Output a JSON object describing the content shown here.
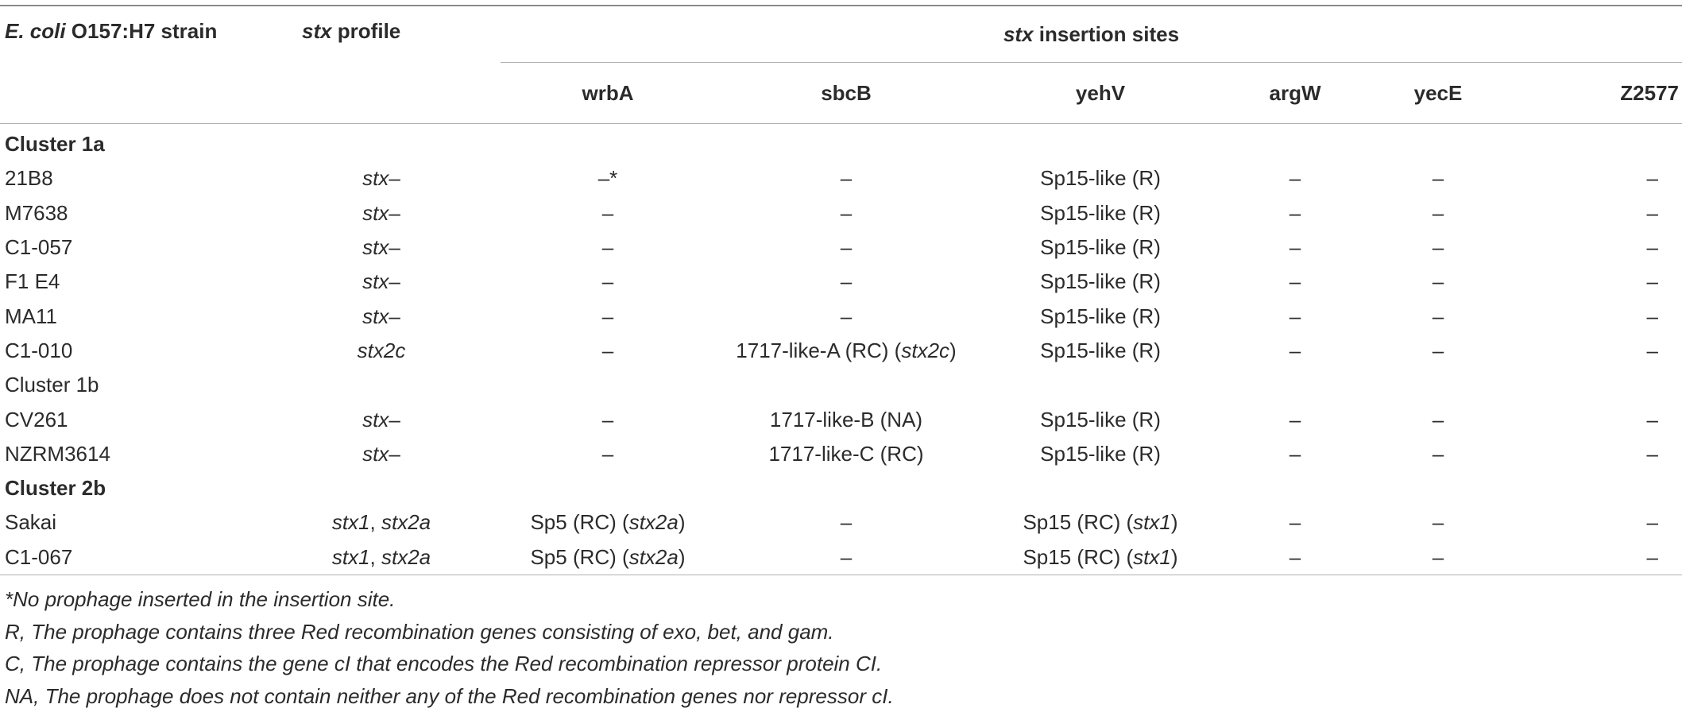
{
  "header": {
    "strain_pre": "E. coli",
    "strain_post": " O157:H7 strain",
    "profile_pre": "stx",
    "profile_post": " profile",
    "sites_pre": "stx",
    "sites_post": " insertion sites",
    "sites": [
      "wrbA",
      "sbcB",
      "yehV",
      "argW",
      "yecE",
      "Z2577"
    ]
  },
  "rows": [
    {
      "type": "group",
      "label": "Cluster 1a",
      "bold": true
    },
    {
      "type": "data",
      "strain": "21B8",
      "profile": [
        {
          "t": "stx",
          "i": true
        },
        {
          "t": "–",
          "i": false
        }
      ],
      "wrbA": [
        {
          "t": "–*",
          "i": false
        }
      ],
      "sbcB": [
        {
          "t": "–",
          "i": false
        }
      ],
      "yehV": [
        {
          "t": "Sp15-like (R)",
          "i": false
        }
      ],
      "argW": "–",
      "yecE": "–",
      "Z2577": "–"
    },
    {
      "type": "data",
      "strain": "M7638",
      "profile": [
        {
          "t": "stx",
          "i": true
        },
        {
          "t": "–",
          "i": false
        }
      ],
      "wrbA": [
        {
          "t": "–",
          "i": false
        }
      ],
      "sbcB": [
        {
          "t": "–",
          "i": false
        }
      ],
      "yehV": [
        {
          "t": "Sp15-like (R)",
          "i": false
        }
      ],
      "argW": "–",
      "yecE": "–",
      "Z2577": "–"
    },
    {
      "type": "data",
      "strain": "C1-057",
      "profile": [
        {
          "t": "stx",
          "i": true
        },
        {
          "t": "–",
          "i": false
        }
      ],
      "wrbA": [
        {
          "t": "–",
          "i": false
        }
      ],
      "sbcB": [
        {
          "t": "–",
          "i": false
        }
      ],
      "yehV": [
        {
          "t": "Sp15-like (R)",
          "i": false
        }
      ],
      "argW": "–",
      "yecE": "–",
      "Z2577": "–"
    },
    {
      "type": "data",
      "strain": "F1 E4",
      "profile": [
        {
          "t": "stx",
          "i": true
        },
        {
          "t": "–",
          "i": false
        }
      ],
      "wrbA": [
        {
          "t": "–",
          "i": false
        }
      ],
      "sbcB": [
        {
          "t": "–",
          "i": false
        }
      ],
      "yehV": [
        {
          "t": "Sp15-like (R)",
          "i": false
        }
      ],
      "argW": "–",
      "yecE": "–",
      "Z2577": "–"
    },
    {
      "type": "data",
      "strain": "MA11",
      "profile": [
        {
          "t": "stx",
          "i": true
        },
        {
          "t": "–",
          "i": false
        }
      ],
      "wrbA": [
        {
          "t": "–",
          "i": false
        }
      ],
      "sbcB": [
        {
          "t": "–",
          "i": false
        }
      ],
      "yehV": [
        {
          "t": "Sp15-like (R)",
          "i": false
        }
      ],
      "argW": "–",
      "yecE": "–",
      "Z2577": "–"
    },
    {
      "type": "data",
      "strain": "C1-010",
      "profile": [
        {
          "t": "stx2c",
          "i": true
        }
      ],
      "wrbA": [
        {
          "t": "–",
          "i": false
        }
      ],
      "sbcB": [
        {
          "t": "1717-like-A (RC) (",
          "i": false
        },
        {
          "t": "stx2c",
          "i": true
        },
        {
          "t": ")",
          "i": false
        }
      ],
      "yehV": [
        {
          "t": "Sp15-like (R)",
          "i": false
        }
      ],
      "argW": "–",
      "yecE": "–",
      "Z2577": "–"
    },
    {
      "type": "group",
      "label": "Cluster 1b",
      "bold": false
    },
    {
      "type": "data",
      "strain": "CV261",
      "profile": [
        {
          "t": "stx",
          "i": true
        },
        {
          "t": "–",
          "i": false
        }
      ],
      "wrbA": [
        {
          "t": "–",
          "i": false
        }
      ],
      "sbcB": [
        {
          "t": "1717-like-B (NA)",
          "i": false
        }
      ],
      "yehV": [
        {
          "t": "Sp15-like (R)",
          "i": false
        }
      ],
      "argW": "–",
      "yecE": "–",
      "Z2577": "–"
    },
    {
      "type": "data",
      "strain": "NZRM3614",
      "profile": [
        {
          "t": "stx",
          "i": true
        },
        {
          "t": "–",
          "i": false
        }
      ],
      "wrbA": [
        {
          "t": "–",
          "i": false
        }
      ],
      "sbcB": [
        {
          "t": "1717-like-C (RC)",
          "i": false
        }
      ],
      "yehV": [
        {
          "t": "Sp15-like (R)",
          "i": false
        }
      ],
      "argW": "–",
      "yecE": "–",
      "Z2577": "–"
    },
    {
      "type": "group",
      "label": "Cluster 2b",
      "bold": true
    },
    {
      "type": "data",
      "strain": "Sakai",
      "profile": [
        {
          "t": "stx1",
          "i": true
        },
        {
          "t": ", ",
          "i": false
        },
        {
          "t": "stx2a",
          "i": true
        }
      ],
      "wrbA": [
        {
          "t": "Sp5 (RC) (",
          "i": false
        },
        {
          "t": "stx2a",
          "i": true
        },
        {
          "t": ")",
          "i": false
        }
      ],
      "sbcB": [
        {
          "t": "–",
          "i": false
        }
      ],
      "yehV": [
        {
          "t": "Sp15 (RC) (",
          "i": false
        },
        {
          "t": "stx1",
          "i": true
        },
        {
          "t": ")",
          "i": false
        }
      ],
      "argW": "–",
      "yecE": "–",
      "Z2577": "–"
    },
    {
      "type": "data",
      "strain": "C1-067",
      "profile": [
        {
          "t": "stx1",
          "i": true
        },
        {
          "t": ", ",
          "i": false
        },
        {
          "t": "stx2a",
          "i": true
        }
      ],
      "wrbA": [
        {
          "t": "Sp5 (RC) (",
          "i": false
        },
        {
          "t": "stx2a",
          "i": true
        },
        {
          "t": ")",
          "i": false
        }
      ],
      "sbcB": [
        {
          "t": "–",
          "i": false
        }
      ],
      "yehV": [
        {
          "t": "Sp15 (RC) (",
          "i": false
        },
        {
          "t": "stx1",
          "i": true
        },
        {
          "t": ")",
          "i": false
        }
      ],
      "argW": "–",
      "yecE": "–",
      "Z2577": "–"
    }
  ],
  "footnotes": [
    "*No prophage inserted in the insertion site.",
    "R, The prophage contains three Red recombination genes consisting of exo, bet, and gam.",
    "C, The prophage contains the gene cI that encodes the Red recombination repressor protein CI.",
    "NA, The prophage does not contain neither any of the Red recombination genes nor repressor cI."
  ]
}
